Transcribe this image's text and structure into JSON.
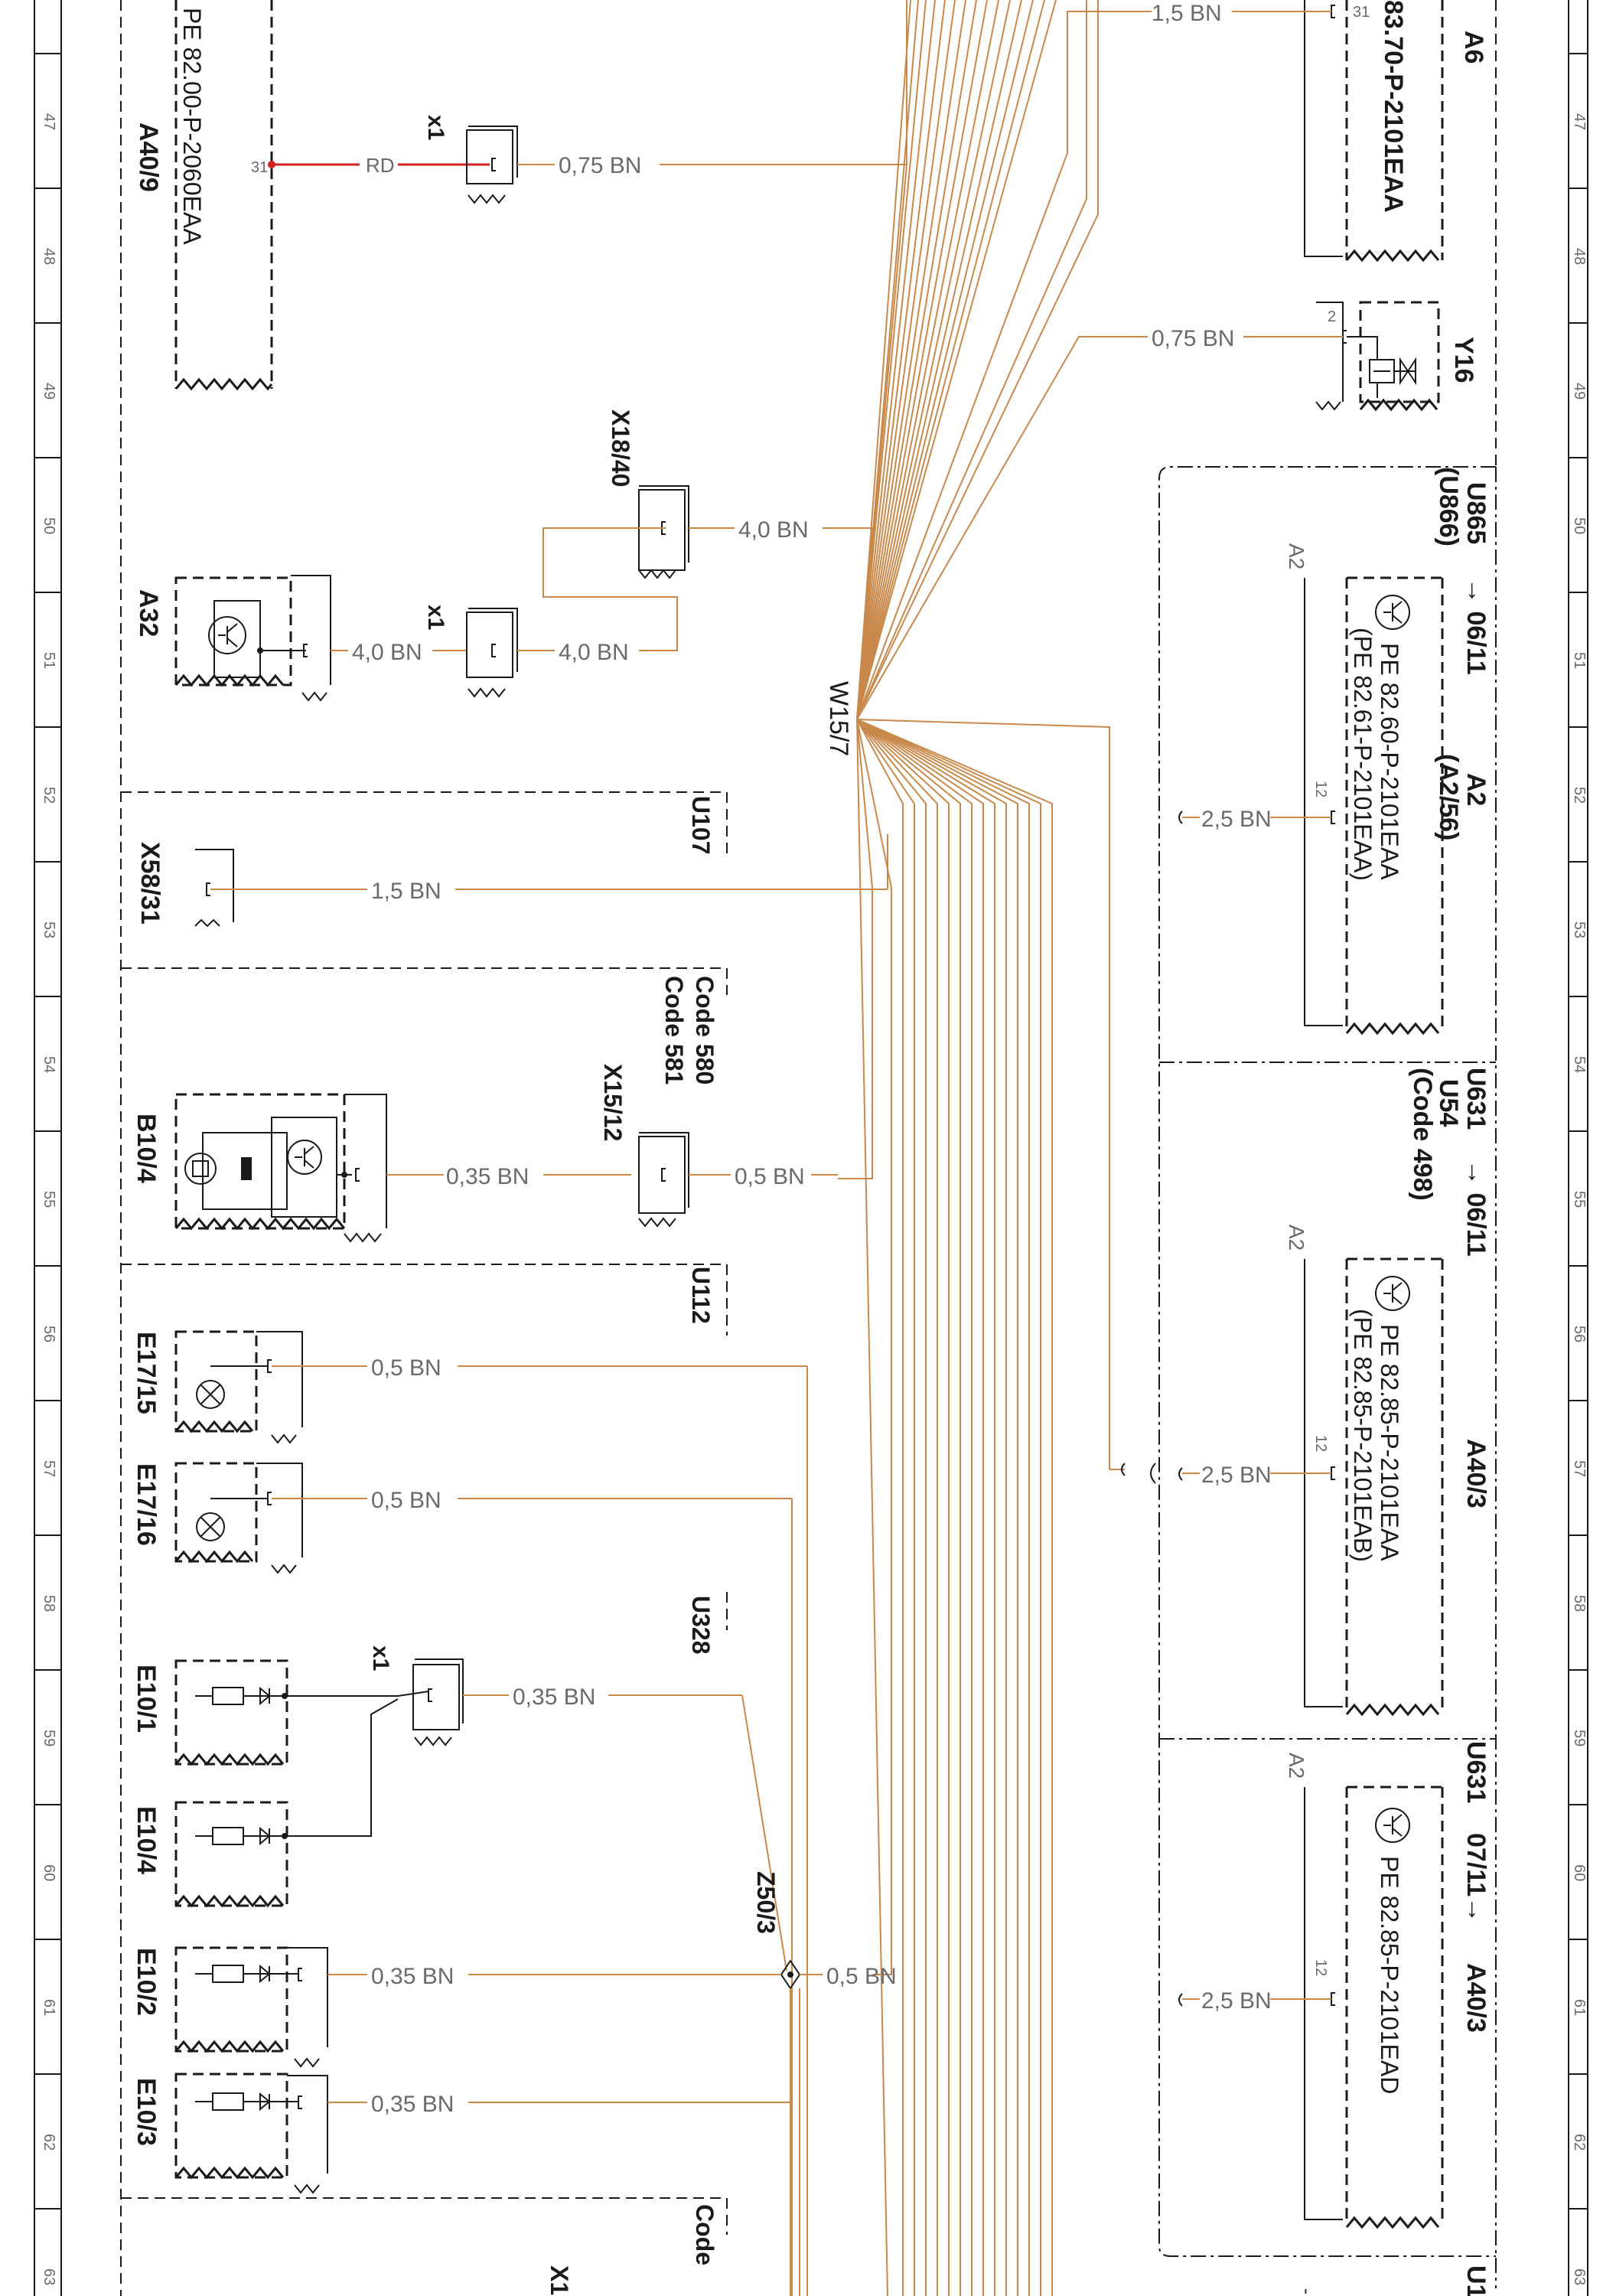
{
  "margin": {
    "row_numbers": [
      "47",
      "48",
      "49",
      "50",
      "51",
      "52",
      "53",
      "54",
      "55",
      "56",
      "57",
      "58",
      "59",
      "60",
      "61",
      "62",
      "63"
    ]
  },
  "harness": {
    "label": "W15/7"
  },
  "left_components": {
    "a40_9": {
      "label": "A40/9",
      "ref": "PE 82.00-P-2060EAA",
      "pin": "31",
      "wire_rd": "RD",
      "wire_out": "0,75 BN",
      "connector": "x1"
    },
    "x18_40": {
      "label": "X18/40",
      "wire_out": "4,0 BN"
    },
    "a32": {
      "label": "A32",
      "wire_out": "4,0 BN",
      "connector": "x1",
      "wire_conn": "4,0 BN"
    },
    "u107": {
      "label": "U107"
    },
    "x58_31": {
      "label": "X58/31",
      "wire": "1,5 BN"
    },
    "code_580": {
      "line1": "Code 580",
      "line2": "Code 581"
    },
    "b10_4": {
      "label": "B10/4",
      "wire": "0,35 BN",
      "connector": "X15/12",
      "wire_out": "0,5 BN"
    },
    "u112": {
      "label": "U112"
    },
    "e17_15": {
      "label": "E17/15",
      "wire": "0,5 BN"
    },
    "e17_16": {
      "label": "E17/16",
      "wire": "0,5 BN"
    },
    "u328": {
      "label": "U328"
    },
    "e10_1": {
      "label": "E10/1",
      "connector": "x1",
      "wire": "0,35 BN"
    },
    "e10_4": {
      "label": "E10/4"
    },
    "z50_3": {
      "label": "Z50/3",
      "wire_out": "0,5 BN"
    },
    "e10_2": {
      "label": "E10/2",
      "wire": "0,35 BN"
    },
    "e10_3": {
      "label": "E10/3",
      "wire": "0,35 BN"
    },
    "code_bottom": {
      "label": "Code",
      "connector": "X1"
    }
  },
  "right_components": {
    "a6": {
      "label": "A6",
      "ref": "83.70-P-2101EAA",
      "pin": "31",
      "wire": "1,5 BN"
    },
    "y16": {
      "label": "Y16",
      "pin": "2",
      "wire": "0,75 BN"
    },
    "a2_block": {
      "code1": "U865",
      "arrow": "→ 06/11",
      "code2": "(U866)",
      "module": "A2",
      "module2": "(A2/56)",
      "ref1": "PE 82.60-P-2101EAA",
      "ref2": "(PE 82.61-P-2101EAA)",
      "pin": "12",
      "wire": "2,5 BN",
      "side": "A2"
    },
    "a40_3_first": {
      "code1": "U631",
      "arrow": "→ 06/11",
      "code2": "U54",
      "code3": "(Code 498)",
      "module": "A40/3",
      "ref1": "PE 82.85-P-2101EAA",
      "ref2": "(PE 82.85-P-2101EAB)",
      "pin": "12",
      "wire": "2,5 BN",
      "side": "A2"
    },
    "a40_3_second": {
      "code1": "U631",
      "arrow": "07/11→",
      "module": "A40/3",
      "ref1": "PE 82.85-P-2101EAD",
      "pin": "12",
      "wire": "2,5 BN",
      "side": "A2"
    },
    "bottom_code": {
      "label": "U1"
    }
  },
  "colors": {
    "bn_wire": "#c8894a",
    "rd_wire": "#d61f1f",
    "ink": "#1a1a1a",
    "gray": "#6a6a6a"
  }
}
